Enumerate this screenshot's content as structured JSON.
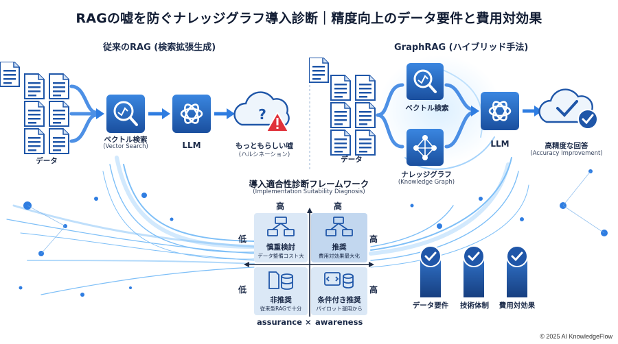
{
  "title": "RAGの嘘を防ぐナレッジグラフ導入診断｜精度向上のデータ要件と費用対効果",
  "left": {
    "heading": "従来のRAG (検索拡張生成)",
    "data_label": "データ",
    "vector_label": "ベクトル検索",
    "vector_sub": "(Vector Search)",
    "llm_label": "LLM",
    "result_label": "もっともらしい嘘",
    "result_sub": "(ハルシネーション)"
  },
  "right": {
    "heading": "GraphRAG (ハイブリッド手法)",
    "data_label": "データ",
    "vector_label": "ベクトル検索",
    "kg_label": "ナレッジグラフ",
    "kg_sub": "(Knowledge Graph)",
    "llm_label": "LLM",
    "result_label": "高精度な回答",
    "result_sub": "(Accuracy Improvement)"
  },
  "framework": {
    "title": "導入適合性診断フレームワーク",
    "subtitle": "(Implementation Suitability Diagnosis)",
    "high_top_left": "高",
    "high_top_right": "高",
    "low_left_upper": "低",
    "low_left_lower": "低",
    "high_right_upper": "高",
    "high_right_lower": "高",
    "cells": [
      {
        "title": "慎重検討",
        "sub": "データ整備コスト大"
      },
      {
        "title": "推奨",
        "sub": "費用対効果最大化"
      },
      {
        "title": "非推奨",
        "sub": "従来型RAGで十分"
      },
      {
        "title": "条件付き推奨",
        "sub": "パイロット運用から"
      }
    ],
    "xaxis_left": "assurance",
    "xaxis_mid": "×",
    "xaxis_right": "awareness"
  },
  "bars": [
    {
      "label": "データ要件"
    },
    {
      "label": "技術体制"
    },
    {
      "label": "費用対効果"
    }
  ],
  "copyright": "© 2025 AI KnowledgeFlow",
  "colors": {
    "primary": "#1f56a8",
    "accent": "#2f7de1",
    "glow": "#7fc4ff",
    "warning": "#e0323a",
    "cell_bg": "#dbe8f6",
    "cell_bg_dark": "#c2d7ef"
  },
  "icons": [
    "document-icon",
    "search-icon",
    "llm-icon",
    "cloud-question-icon",
    "warning-icon",
    "network-icon",
    "cloud-check-icon",
    "check-icon",
    "server-icon",
    "code-icon"
  ]
}
